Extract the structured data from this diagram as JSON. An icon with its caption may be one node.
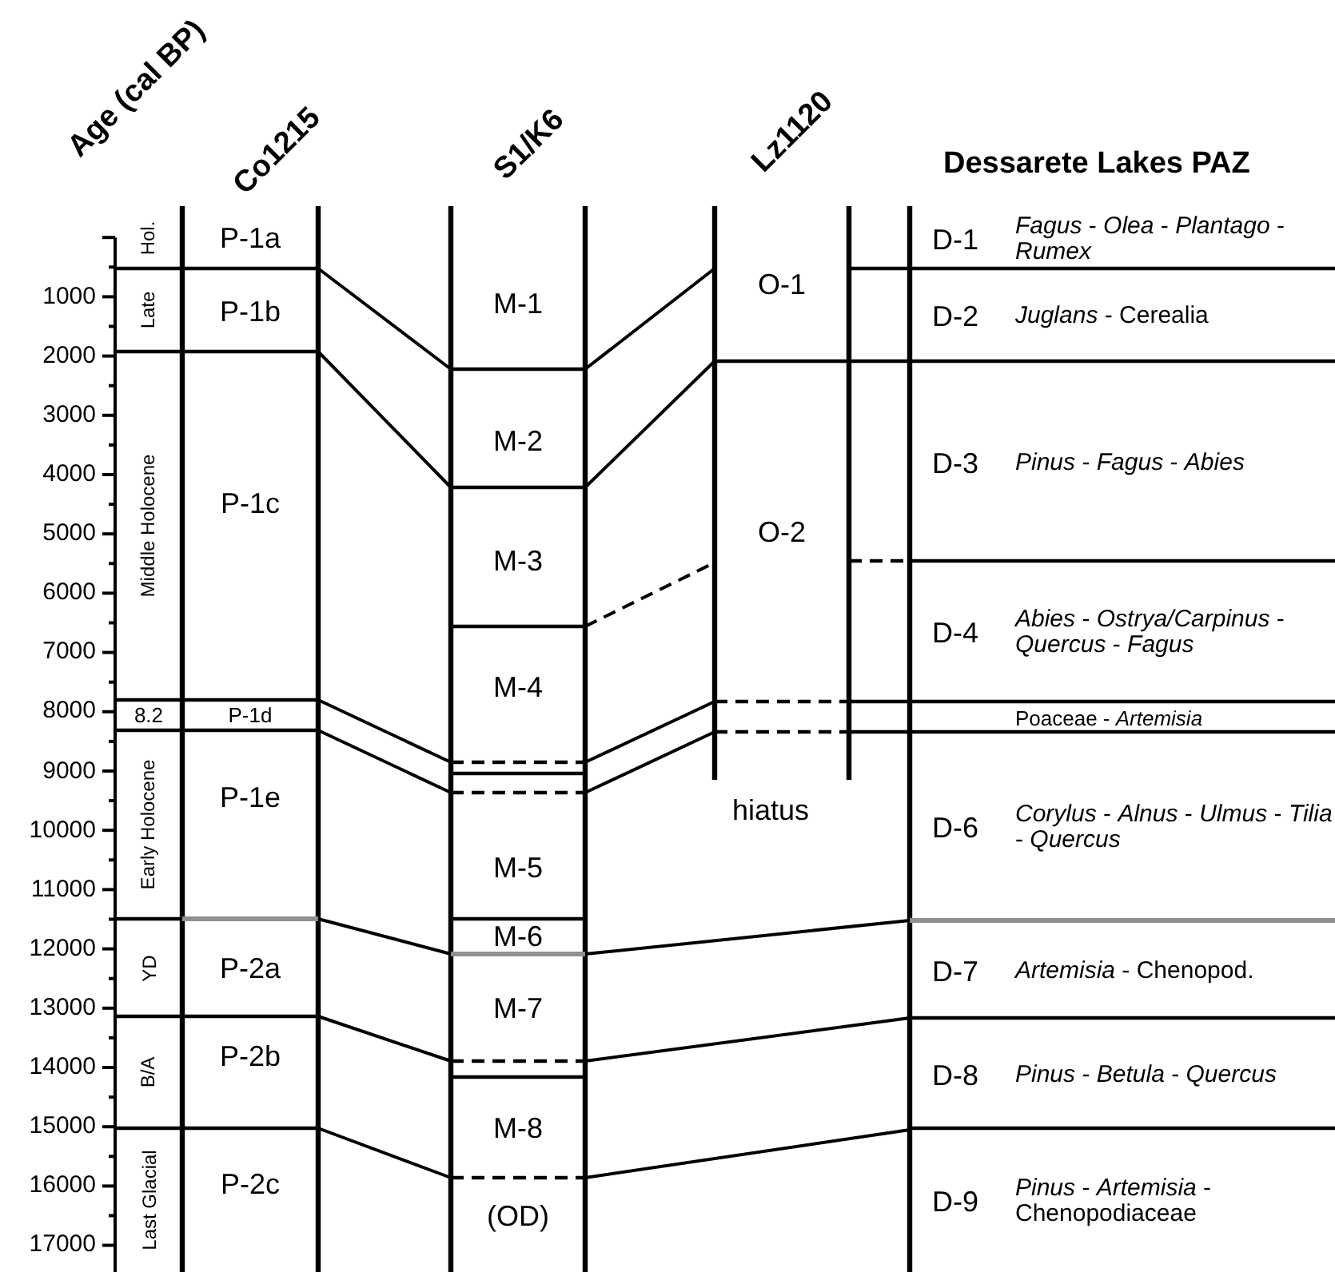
{
  "diagram": {
    "nodes": [
      {
        "text": [
          "Hol."
        ]
      },
      {
        "text": [
          "Late"
        ]
      },
      {
        "text": [
          "Middle Holocene"
        ]
      },
      {
        "text": [
          "8.2"
        ]
      },
      {
        "text": [
          "Early Holocene"
        ]
      },
      {
        "text": [
          "YD"
        ]
      },
      {
        "text": [
          "B/A"
        ]
      },
      {
        "text": [
          "Last Glacial"
        ]
      },
      {
        "text": [
          "P-1a"
        ]
      },
      {
        "text": [
          "P-1b"
        ]
      },
      {
        "text": [
          "P-1c"
        ]
      },
      {
        "text": [
          "P-1d"
        ]
      },
      {
        "text": [
          "P-1e"
        ]
      },
      {
        "text": [
          "P-2a"
        ]
      },
      {
        "text": [
          "P-2b"
        ]
      },
      {
        "text": [
          "P-2c"
        ]
      },
      {
        "text": [
          "M-1"
        ]
      },
      {
        "text": [
          "M-2"
        ]
      },
      {
        "text": [
          "M-3"
        ]
      },
      {
        "text": [
          "M-4"
        ]
      },
      {
        "text": [
          "M-5"
        ]
      },
      {
        "text": [
          "M-6"
        ]
      },
      {
        "text": [
          "M-7"
        ]
      },
      {
        "text": [
          "M-8"
        ]
      },
      {
        "text": [
          "(OD)"
        ]
      },
      {
        "text": [
          "O-1"
        ]
      },
      {
        "text": [
          "O-2"
        ]
      },
      {
        "text": [
          "D-1",
          "*Fagus* - *Olea* - *Plantago* - *Rumex*"
        ]
      },
      {
        "text": [
          "D-2",
          "*Juglans* - Cerealia"
        ]
      },
      {
        "text": [
          "D-3",
          "*Pinus* - *Fagus* - *Abies*"
        ]
      },
      {
        "text": [
          "D-4",
          "*Abies* - *Ostrya/Carpinus* - *Quercus* - *Fagus*"
        ]
      },
      {
        "text": [
          "Poaceae - *Artemisia*"
        ]
      },
      {
        "text": [
          "D-6",
          "*Corylus* - *Alnus* - *Ulmus* - *Tilia* - *Quercus*"
        ]
      },
      {
        "text": [
          "D-7",
          "*Artemisia* - Chenopod."
        ]
      },
      {
        "text": [
          "D-8",
          "*Pinus* - *Betula* - *Quercus*"
        ]
      },
      {
        "text": [
          "D-9",
          "*Pinus* - *Artemisia* - Chenopodiaceae"
        ]
      }
    ],
    "edges": [],
    "labels": [
      "Age (cal BP)",
      "Co1215",
      "S1/K6",
      "Lz1120",
      "Dessarete Lakes PAZ",
      "1000",
      "2000",
      "3000",
      "4000",
      "5000",
      "6000",
      "7000",
      "8000",
      "9000",
      "10000",
      "11000",
      "12000",
      "13000",
      "14000",
      "15000",
      "16000",
      "17000",
      "hiatus"
    ]
  }
}
